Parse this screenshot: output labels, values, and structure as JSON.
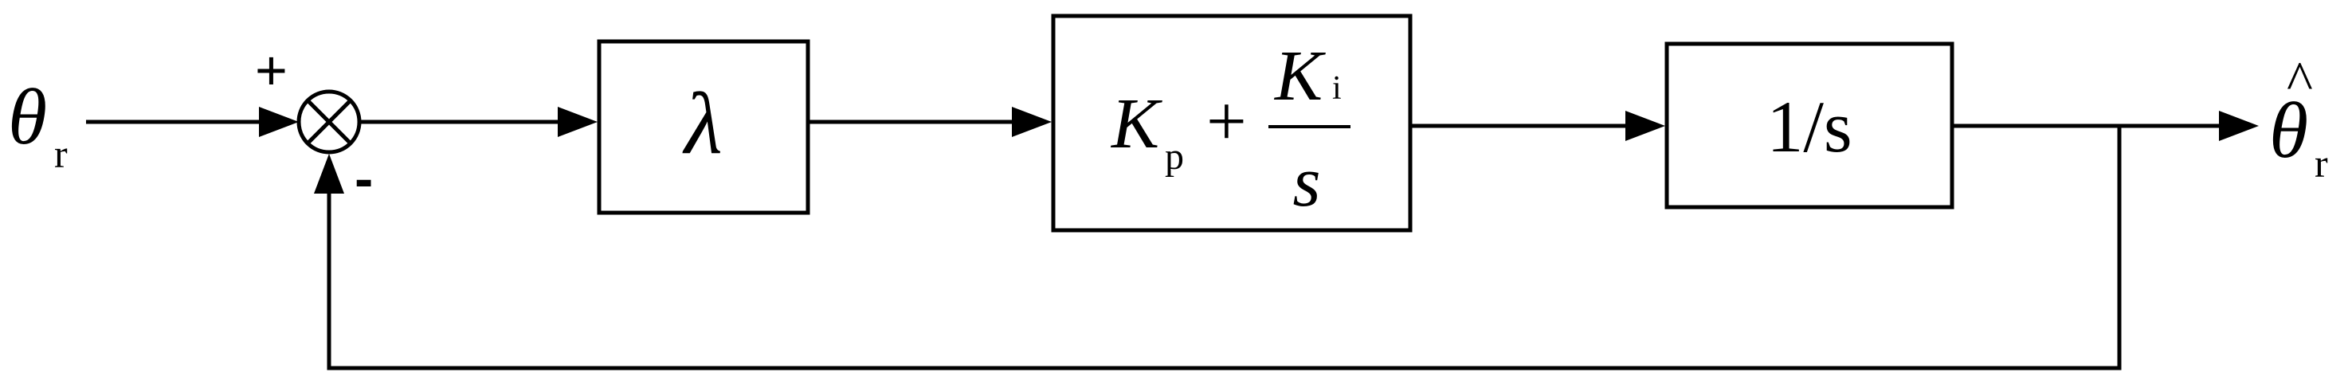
{
  "diagram": {
    "input": {
      "symbol": "θ",
      "subscript": "r"
    },
    "output": {
      "symbol": "θ",
      "hat": "^",
      "subscript": "r"
    },
    "summing_junction": {
      "plus_sign": "+",
      "minus_sign": "-"
    },
    "blocks": {
      "gain": {
        "symbol": "λ"
      },
      "pi_controller": {
        "kp": "K",
        "kp_sub": "p",
        "plus": "+",
        "ki": "K",
        "ki_sub": "i",
        "denominator": "s"
      },
      "integrator": {
        "label": "1/s"
      }
    }
  }
}
